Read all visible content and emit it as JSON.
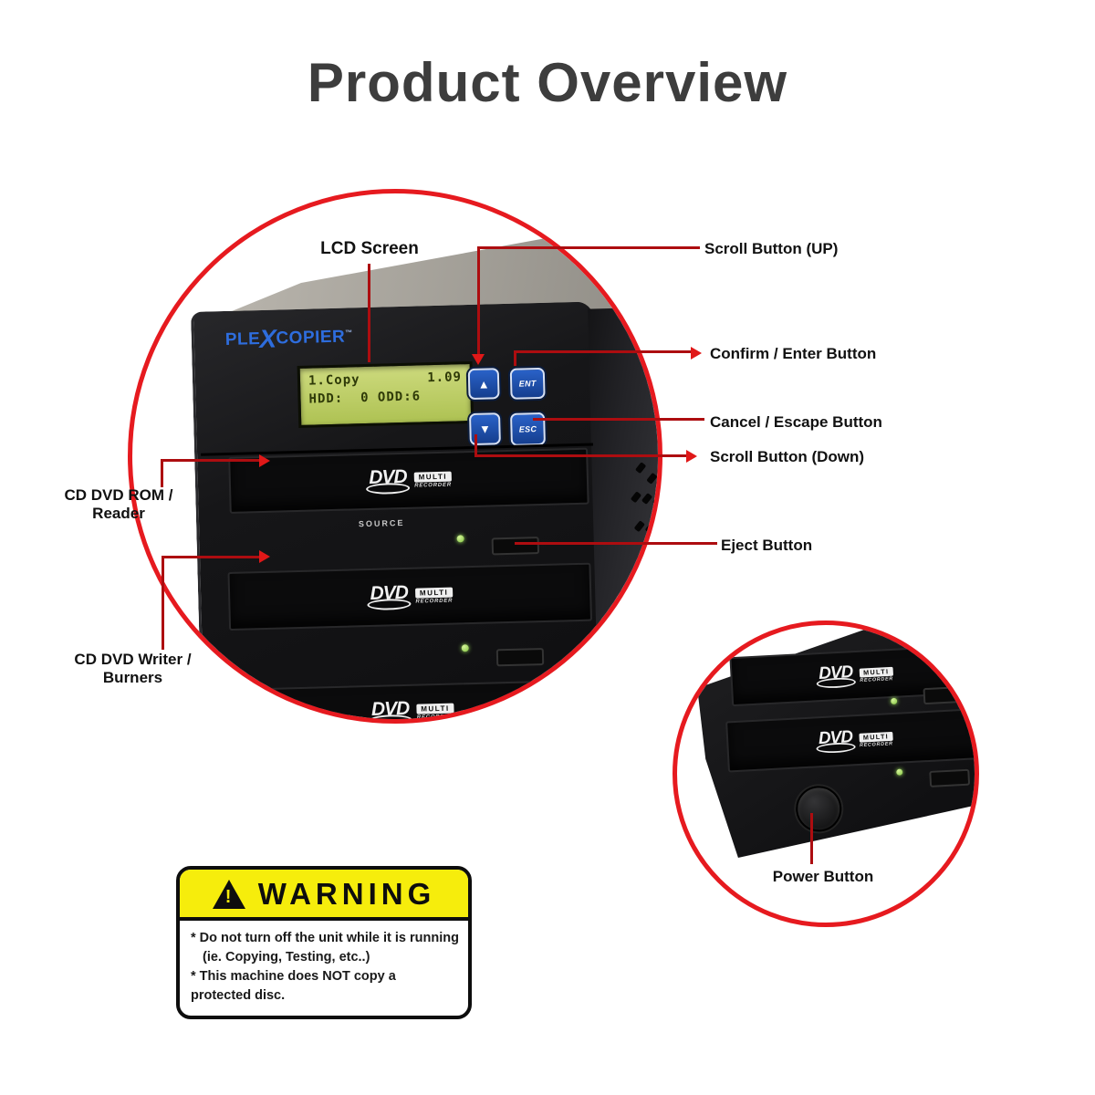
{
  "title": "Product Overview",
  "brand": {
    "p1": "PLE",
    "x": "X",
    "p2": "COPIER",
    "tm": "™"
  },
  "device": {
    "lcd": {
      "line1_left": "1.Copy",
      "line1_right": "1.09",
      "line2": "HDD:  0 ODD:6"
    },
    "buttons": {
      "up": "▲",
      "enter": "ENT",
      "down": "▼",
      "escape": "ESC"
    },
    "source_label": "SOURCE",
    "dvd_logo": {
      "dvd": "DVD",
      "multi": "MULTI",
      "recorder": "RECORDER"
    }
  },
  "callouts": {
    "lcd_screen": "LCD Screen",
    "scroll_up": "Scroll Button (UP)",
    "confirm_enter": "Confirm / Enter Button",
    "cancel_escape": "Cancel / Escape Button",
    "scroll_down": "Scroll Button (Down)",
    "eject": "Eject Button",
    "reader_line1": "CD DVD ROM /",
    "reader_line2": "Reader",
    "writer_line1": "CD DVD Writer /",
    "writer_line2": "Burners",
    "power": "Power Button"
  },
  "warning": {
    "icon": "!",
    "header": "WARNING",
    "lines": [
      "* Do not turn off the unit while it is running",
      "(ie. Copying, Testing, etc..)",
      "* This machine does NOT copy a protected disc."
    ]
  },
  "colors": {
    "ring_red": "#e61a1f",
    "callout_line": "#ad0d10",
    "arrow_red": "#e01818",
    "lcd_green": "#bccf66",
    "button_blue": "#1a4fb0",
    "brand_blue": "#2e6ddd",
    "warning_yellow": "#f6ed0c",
    "led_green": "#93d44c",
    "title_gray": "#3d3d3d"
  }
}
